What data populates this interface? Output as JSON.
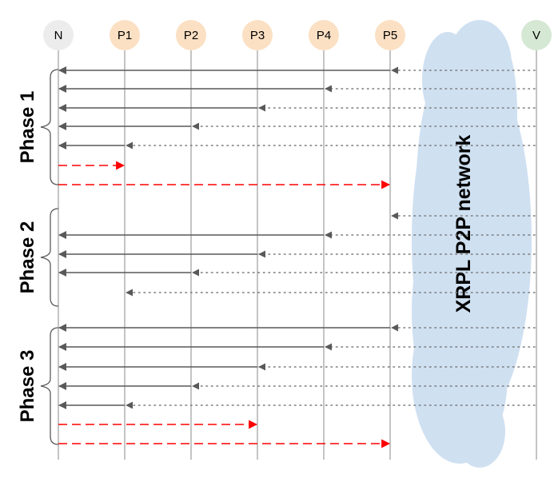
{
  "colors": {
    "node_default": "#ececec",
    "node_peer": "#fbe0c3",
    "node_validator": "#d5e8d4",
    "lifeline": "#8a8a8a",
    "solid_arrow": "#595959",
    "dotted_arrow": "#7a7a7a",
    "dashed_arrow": "#ff0000",
    "cloud": "#cfe0f1"
  },
  "nodes": [
    {
      "id": "N",
      "label": "N",
      "kind": "default"
    },
    {
      "id": "P1",
      "label": "P1",
      "kind": "peer"
    },
    {
      "id": "P2",
      "label": "P2",
      "kind": "peer"
    },
    {
      "id": "P3",
      "label": "P3",
      "kind": "peer"
    },
    {
      "id": "P4",
      "label": "P4",
      "kind": "peer"
    },
    {
      "id": "P5",
      "label": "P5",
      "kind": "peer"
    },
    {
      "id": "V",
      "label": "V",
      "kind": "validator"
    }
  ],
  "network_label": "XRPL P2P network",
  "phases": [
    {
      "label": "Phase 1",
      "messages": [
        {
          "dotted_to": "P5",
          "solid_to": "N"
        },
        {
          "dotted_to": "P4",
          "solid_to": "N"
        },
        {
          "dotted_to": "P3",
          "solid_to": "N"
        },
        {
          "dotted_to": "P2",
          "solid_to": "N"
        },
        {
          "dotted_to": "P1",
          "solid_to": "N"
        },
        {
          "dashed_from": "N",
          "dashed_to": "P1"
        },
        {
          "dashed_from": "N",
          "dashed_to": "P5"
        }
      ]
    },
    {
      "label": "Phase 2",
      "messages": [
        {
          "dotted_to": "P5"
        },
        {
          "dotted_to": "P4",
          "solid_to": "N"
        },
        {
          "dotted_to": "P3",
          "solid_to": "N"
        },
        {
          "dotted_to": "P2",
          "solid_to": "N"
        },
        {
          "dotted_to": "P1"
        }
      ]
    },
    {
      "label": "Phase 3",
      "messages": [
        {
          "dotted_to": "P5",
          "solid_to": "N"
        },
        {
          "dotted_to": "P4",
          "solid_to": "N"
        },
        {
          "dotted_to": "P3",
          "solid_to": "N"
        },
        {
          "dotted_to": "P2",
          "solid_to": "N"
        },
        {
          "dotted_to": "P1",
          "solid_to": "N"
        },
        {
          "dashed_from": "N",
          "dashed_to": "P3"
        },
        {
          "dashed_from": "N",
          "dashed_to": "P5"
        }
      ]
    }
  ]
}
